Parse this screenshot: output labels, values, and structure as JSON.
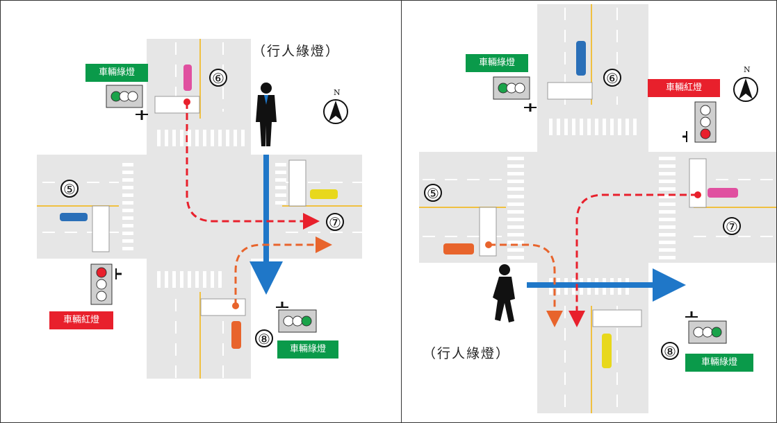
{
  "colors": {
    "green_label": "#0a9a4a",
    "red_label": "#e8202c",
    "ped_arrow": "#1f77c8",
    "red_path": "#e8202c",
    "orange_path": "#e8642c",
    "road": "#e6e6e6"
  },
  "left_panel": {
    "pedestrian_label": "（行人綠燈）",
    "north_label": "N",
    "signals": {
      "top_left": "車輛綠燈",
      "bottom_left": "車輛紅燈",
      "bottom_right": "車輛綠燈"
    },
    "markers": {
      "m5": "⑤",
      "m6": "⑥",
      "m7": "⑦",
      "m8": "⑧"
    }
  },
  "right_panel": {
    "pedestrian_label": "（行人綠燈）",
    "north_label": "N",
    "signals": {
      "top_left": "車輛綠燈",
      "top_right": "車輛紅燈",
      "bottom_right": "車輛綠燈"
    },
    "markers": {
      "m5": "⑤",
      "m6": "⑥",
      "m7": "⑦",
      "m8": "⑧"
    }
  }
}
